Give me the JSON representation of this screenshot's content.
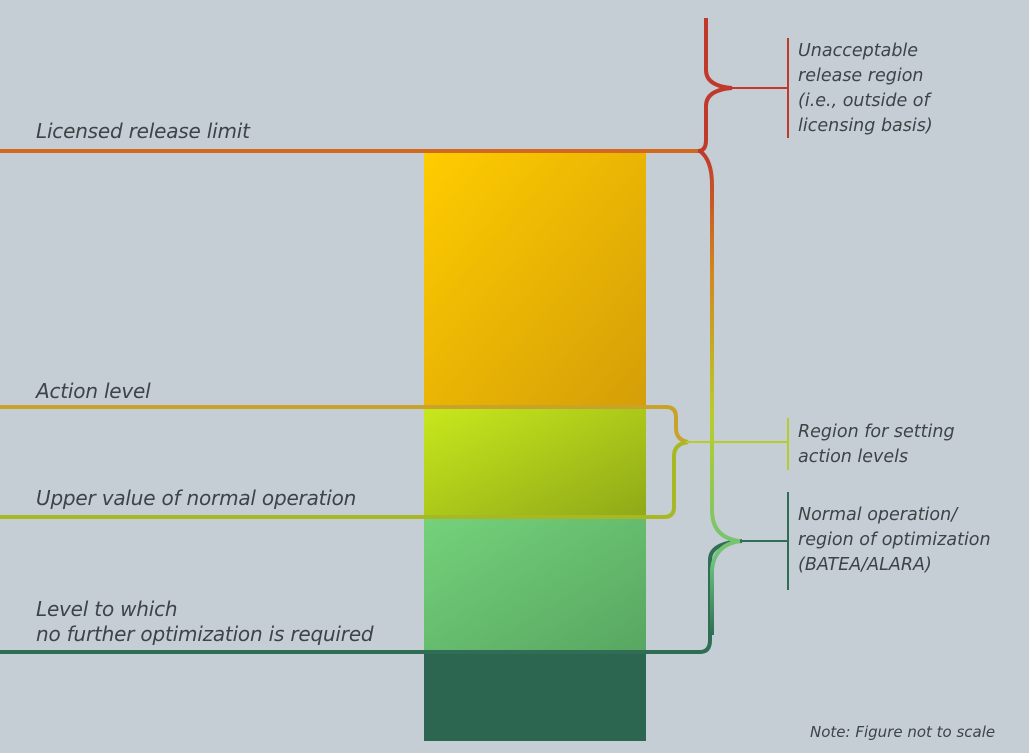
{
  "levels": {
    "licensed_release_limit": "Licensed release limit",
    "action_level": "Action level",
    "upper_value_normal_operation": "Upper value of normal operation",
    "no_further_optimization": [
      "Level to which",
      "no further optimization is required"
    ]
  },
  "regions": {
    "unacceptable": [
      "Unacceptable",
      "release region",
      "(i.e., outside of",
      "licensing basis)"
    ],
    "action_levels": [
      "Region for setting",
      "action levels"
    ],
    "normal_operation": [
      "Normal operation/",
      "region of optimization",
      "(BATEA/ALARA)"
    ]
  },
  "note": "Note: Figure not to scale",
  "colors": {
    "background": "#c5ced4",
    "licensed_line": "#d2691e",
    "action_line": "#c9a22a",
    "upper_line": "#a8b824",
    "optimization_line": "#2f6e55",
    "bar_orange": "#f2b400",
    "bar_yellow_green": "#b8d81e",
    "bar_green": "#6dc873",
    "bar_dark_green": "#2d6650",
    "unacceptable_marker": "#c0392b",
    "action_marker": "#b5cc2b",
    "normal_marker": "#2f6e55",
    "text": "#3d4447"
  }
}
